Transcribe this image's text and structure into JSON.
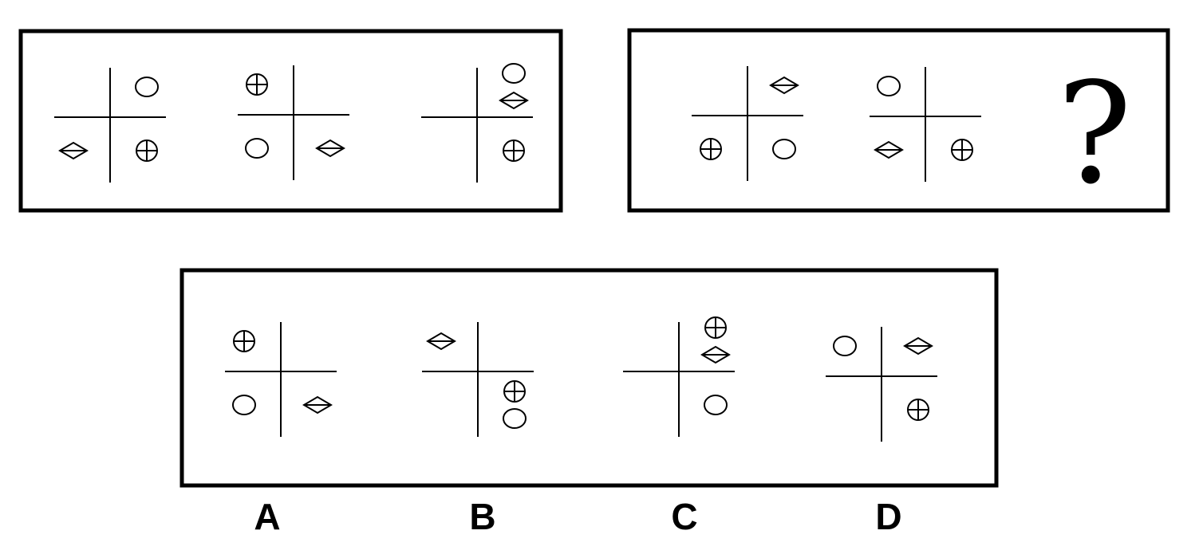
{
  "question_mark": "?",
  "symbols": {
    "circle": "circle",
    "circle_plus": "circle-with-plus",
    "diamond": "diamond-with-line"
  },
  "option_labels": [
    "A",
    "B",
    "C",
    "D"
  ],
  "given_sequence": [
    {
      "name": "figure-1",
      "top_left": [],
      "top_right": [
        "circle"
      ],
      "bottom_left": [
        "diamond"
      ],
      "bottom_right": [
        "circle_plus"
      ]
    },
    {
      "name": "figure-2",
      "top_left": [
        "circle_plus"
      ],
      "top_right": [],
      "bottom_left": [
        "circle"
      ],
      "bottom_right": [
        "diamond"
      ]
    },
    {
      "name": "figure-3",
      "top_left": [],
      "top_right": [
        "circle",
        "diamond"
      ],
      "bottom_left": [],
      "bottom_right": [
        "circle_plus"
      ]
    }
  ],
  "target_sequence": [
    {
      "name": "figure-4",
      "top_left": [],
      "top_right": [
        "diamond"
      ],
      "bottom_left": [
        "circle_plus"
      ],
      "bottom_right": [
        "circle"
      ]
    },
    {
      "name": "figure-5",
      "top_left": [
        "circle"
      ],
      "top_right": [],
      "bottom_left": [
        "diamond"
      ],
      "bottom_right": [
        "circle_plus"
      ]
    }
  ],
  "options": [
    {
      "label": "A",
      "top_left": [
        "circle_plus"
      ],
      "top_right": [],
      "bottom_left": [
        "circle"
      ],
      "bottom_right": [
        "diamond"
      ]
    },
    {
      "label": "B",
      "top_left": [
        "diamond"
      ],
      "top_right": [],
      "bottom_left": [],
      "bottom_right": [
        "circle_plus",
        "circle"
      ]
    },
    {
      "label": "C",
      "top_left": [],
      "top_right": [
        "circle_plus",
        "diamond"
      ],
      "bottom_left": [],
      "bottom_right": [
        "circle"
      ]
    },
    {
      "label": "D",
      "top_left": [
        "circle"
      ],
      "top_right": [
        "diamond"
      ],
      "bottom_left": [],
      "bottom_right": [
        "circle_plus"
      ]
    }
  ]
}
